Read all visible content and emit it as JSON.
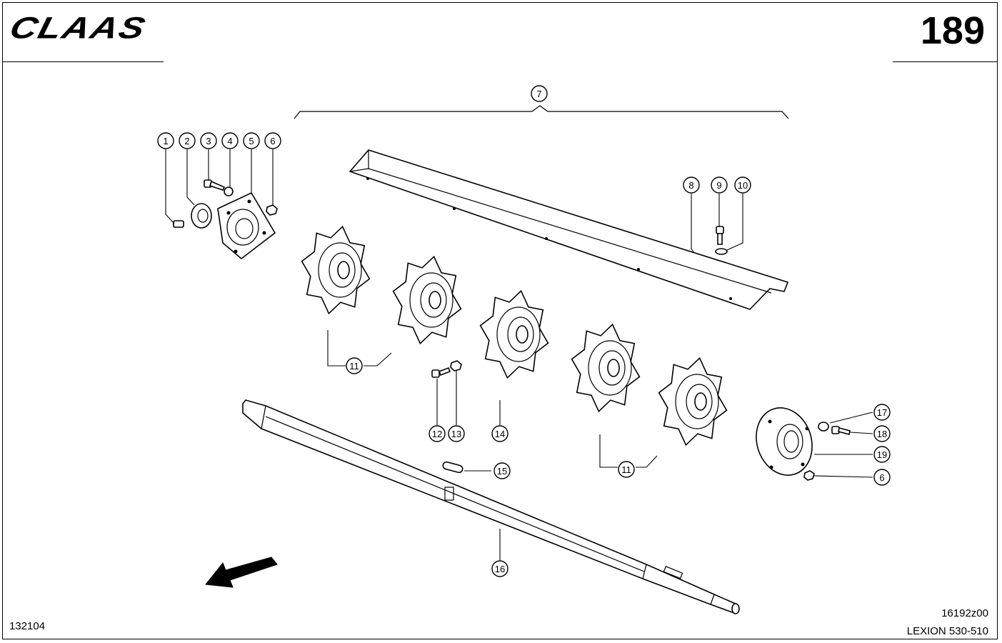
{
  "header": {
    "brand": "CLAAS",
    "page_number": "189"
  },
  "footer": {
    "left_code": "132104",
    "drawing_code": "16192z00",
    "model": "LEXION 530-510"
  },
  "callouts": [
    "1",
    "2",
    "3",
    "4",
    "5",
    "6",
    "7",
    "8",
    "9",
    "10",
    "11",
    "12",
    "13",
    "14",
    "15",
    "16",
    "17",
    "18",
    "19"
  ],
  "colors": {
    "ink": "#000000",
    "paper": "#ffffff"
  }
}
